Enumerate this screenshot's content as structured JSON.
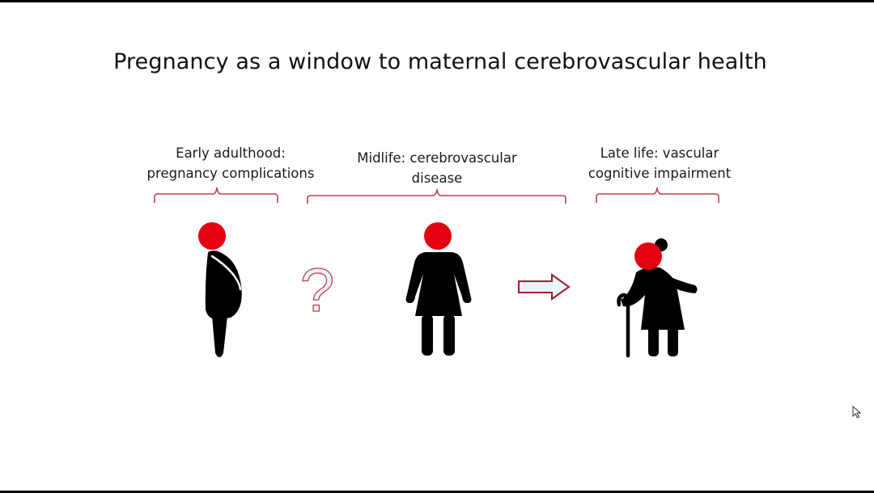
{
  "slide": {
    "title": "Pregnancy as a window to maternal cerebrovascular health",
    "stages": [
      {
        "lines": [
          "Early adulthood:",
          "pregnancy complications"
        ]
      },
      {
        "lines": [
          "Midlife: cerebrovascular",
          "disease"
        ]
      },
      {
        "lines": [
          "Late life: vascular",
          "cognitive impairment"
        ]
      }
    ],
    "question_mark": "?"
  },
  "colors": {
    "head": "#e3000f",
    "bracket": "#c0424f",
    "figure": "#000000",
    "arrow_outline": "#9e1c2c",
    "arrow_fill": "#e6f7fa",
    "question_fill": "#e6f7fa"
  },
  "icons": [
    "pregnant-woman-icon",
    "question-mark-icon",
    "woman-icon",
    "arrow-right-icon",
    "elderly-woman-with-cane-icon",
    "mouse-cursor-icon"
  ]
}
